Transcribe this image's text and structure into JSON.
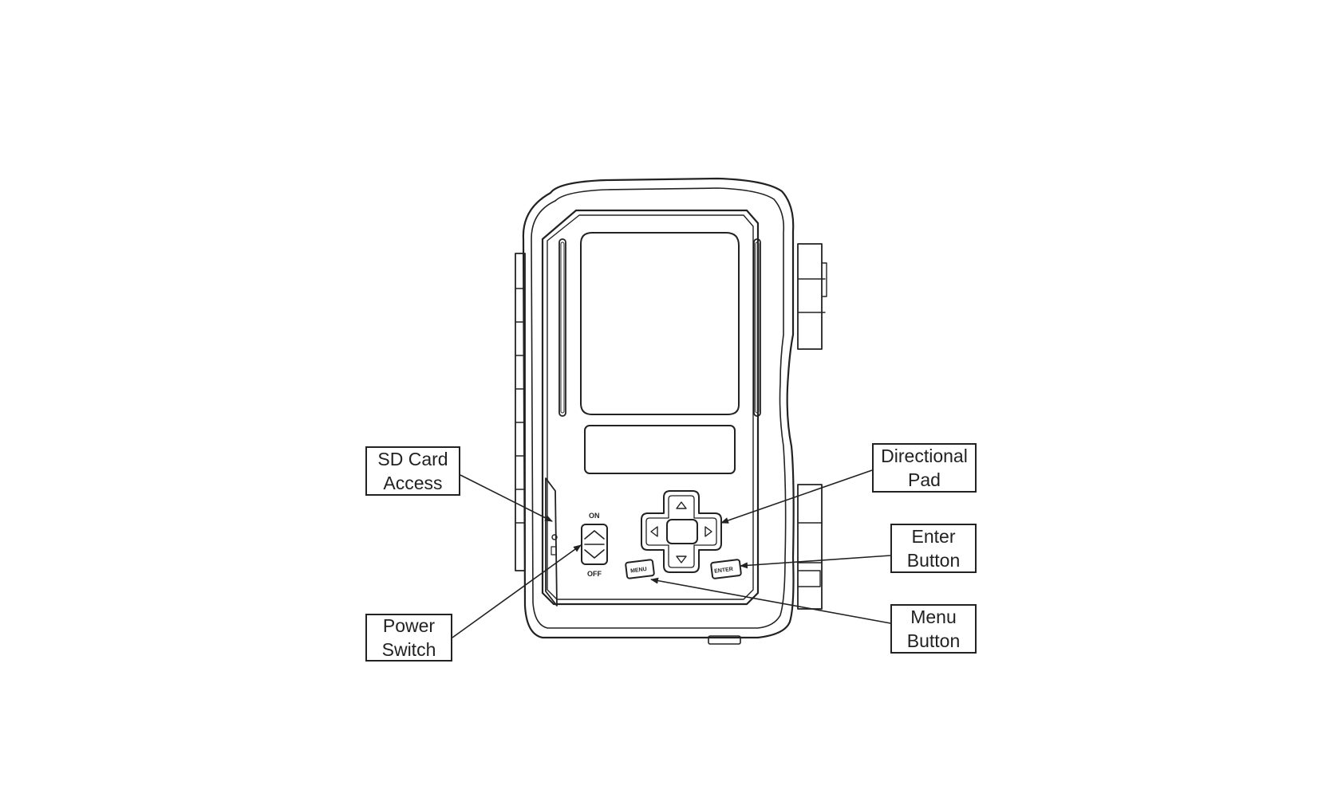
{
  "callouts": {
    "sd_card": {
      "line1": "SD Card",
      "line2": "Access"
    },
    "power_switch": {
      "line1": "Power",
      "line2": "Switch"
    },
    "directional_pad": {
      "line1": "Directional",
      "line2": "Pad"
    },
    "enter_button": {
      "line1": "Enter",
      "line2": "Button"
    },
    "menu_button": {
      "line1": "Menu",
      "line2": "Button"
    }
  },
  "device_labels": {
    "switch_on": "ON",
    "switch_off": "OFF",
    "menu_key": "MENU",
    "enter_key": "ENTER"
  },
  "colors": {
    "line": "#222222",
    "background": "#ffffff"
  }
}
